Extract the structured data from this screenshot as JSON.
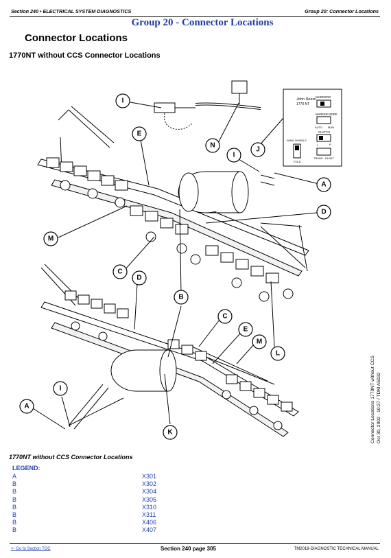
{
  "header": {
    "left": "Section 240 • ELECTRICAL SYSTEM DIAGNOSTICS",
    "right": "Group 20: Connector Locations"
  },
  "group_title": "Group 20 - Connector Locations",
  "section_title": "Connector Locations",
  "subtitle": "1770NT without CCS Connector Locations",
  "figure": {
    "callouts": [
      "I",
      "N",
      "J",
      "E",
      "I",
      "A",
      "D",
      "M",
      "C",
      "D",
      "B",
      "C",
      "E",
      "M",
      "L",
      "I",
      "A",
      "K"
    ],
    "monitor": {
      "brand": "John Deere",
      "model": "1770 NT",
      "markers_label": "MARKERS",
      "marker_mode_label": "MARKER  MODE",
      "auto_label": "AUTO",
      "man_label": "MAN",
      "clutch_label": "CLUTCH",
      "wing_wheels_label": "WING WHEELS",
      "fold_label": "FOLD",
      "trans_label": "TRANS",
      "plant_label": "PLANT",
      "l_label": "L",
      "r_label": "R"
    },
    "side_caption_1": "Connector Locations 1770NT without CCS",
    "side_caption_2": "Oct 30, 2002 - 10:27 / TDM  A5032"
  },
  "caption": "1770NT without CCS Connector Locations",
  "legend_heading": "LEGEND:",
  "legend": [
    {
      "key": "A",
      "value": "X301"
    },
    {
      "key": "B",
      "value": "X302"
    },
    {
      "key": "B",
      "value": "X304"
    },
    {
      "key": "B",
      "value": "X305"
    },
    {
      "key": "B",
      "value": "X310"
    },
    {
      "key": "B",
      "value": "X311"
    },
    {
      "key": "B",
      "value": "X406"
    },
    {
      "key": "B",
      "value": "X407"
    }
  ],
  "footer": {
    "left": "<- Go to Section TOC",
    "center": "Section 240 page 305",
    "right": "TM2018-DIAGNOSTIC TECHNICAL MANUAL"
  }
}
